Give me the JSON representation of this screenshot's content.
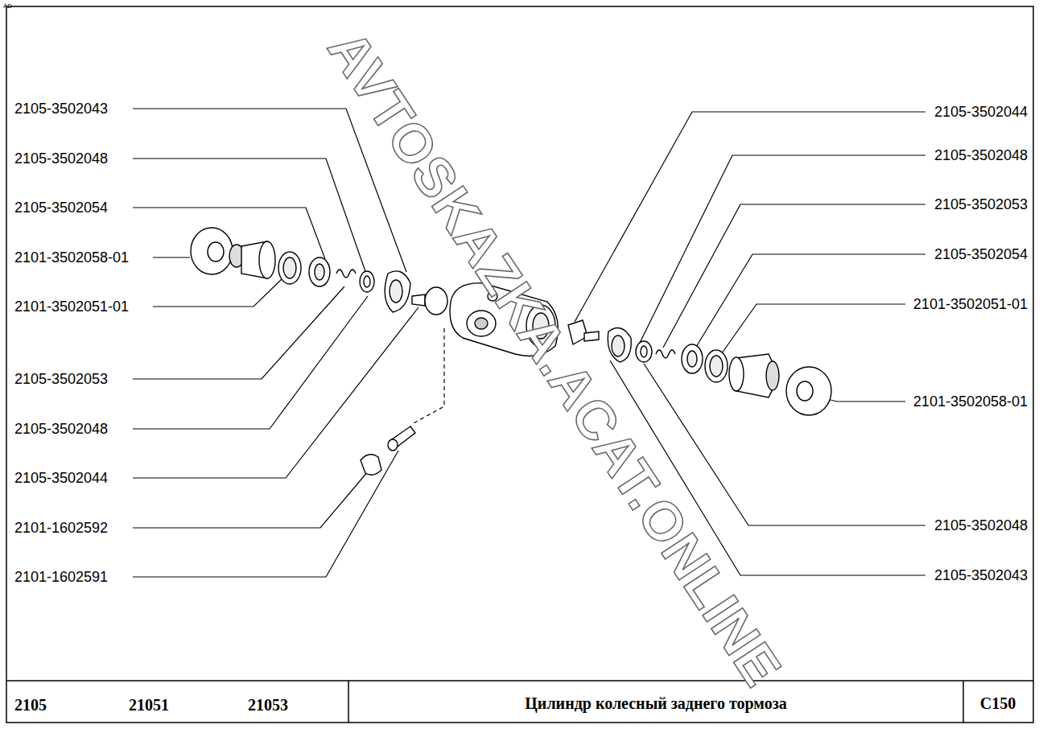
{
  "diagram": {
    "title": "Цилиндр колесный заднего тормоза",
    "labels": [
      "AD",
      "2105-3502043",
      "2105-3502048",
      "2105-3502054",
      "2101-3502058-01",
      "2101-3502051-01",
      "2105-3502053",
      "2105-3502048",
      "2105-3502044",
      "2101-1602592",
      "2101-1602591",
      "2105-3502044",
      "2105-3502048",
      "2105-3502053",
      "2105-3502054",
      "2101-3502051-01",
      "2101-3502058-01",
      "2105-3502048",
      "2105-3502043",
      "AVTOSKAZKA.ACAT.ONLINE",
      "2105",
      "21051",
      "21053",
      "C150"
    ]
  }
}
